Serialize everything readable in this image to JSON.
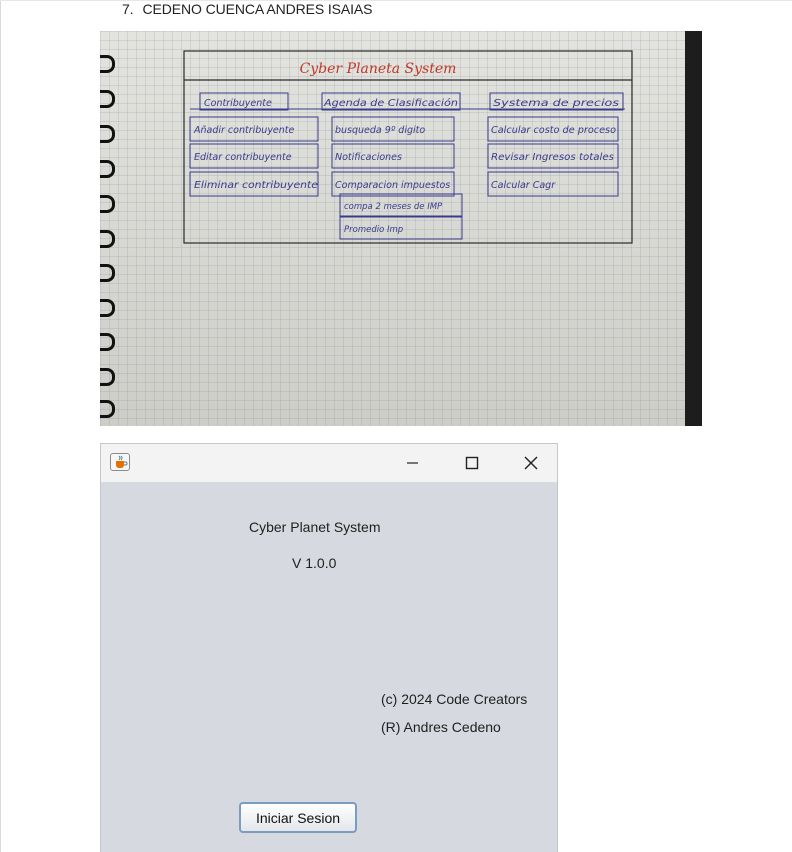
{
  "document": {
    "item_number": "7.",
    "item_text": "CEDENO CUENCA ANDRES ISAIAS"
  },
  "sketch": {
    "title": "Cyber Planeta System",
    "columns": [
      {
        "header": "Contribuyente",
        "items": [
          "Añadir contribuyente",
          "Editar contribuyente",
          "Eliminar contribuyente"
        ]
      },
      {
        "header": "Agenda de Clasificación",
        "items": [
          "busqueda 9º digito",
          "Notificaciones",
          "Comparacion impuestos",
          "compa 2 meses de IMP",
          "Promedio Imp"
        ]
      },
      {
        "header": "Systema de precios",
        "items": [
          "Calcular costo de proceso",
          "Revisar Ingresos totales",
          "Calcular Cagr"
        ]
      }
    ],
    "colors": {
      "ink": "#3a3a8c",
      "title_ink": "#c0392b",
      "frame_ink": "#2a2a2a"
    }
  },
  "dialog": {
    "icons": {
      "app": "java-cup-icon",
      "minimize": "minimize-icon",
      "maximize": "maximize-icon",
      "close": "close-icon"
    },
    "title_label": "Cyber Planet System",
    "version_label": "V 1.0.0",
    "copyright_label": "(c) 2024 Code Creators",
    "registered_label": "(R) Andres Cedeno",
    "login_button": "Iniciar Sesion"
  }
}
